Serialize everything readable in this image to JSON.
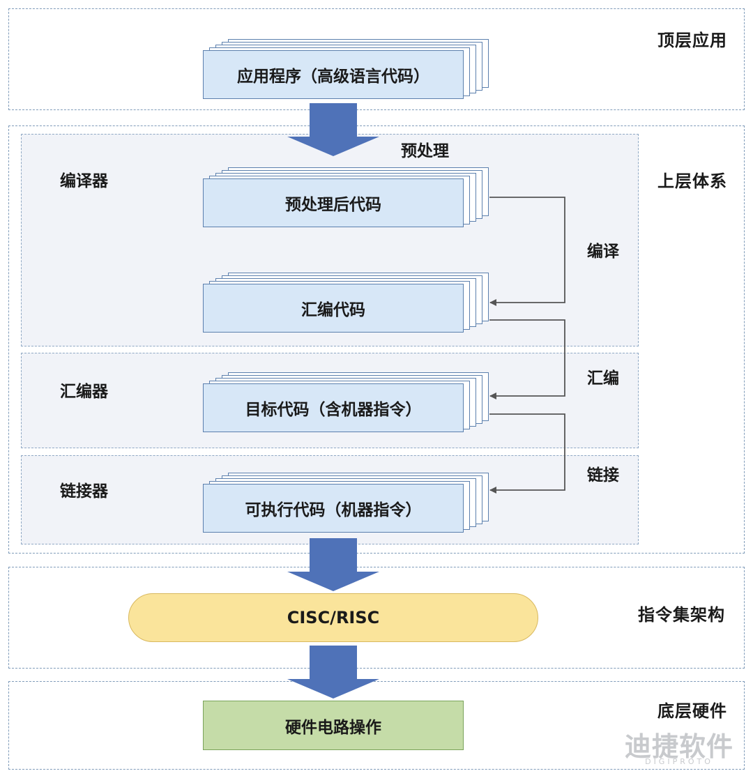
{
  "layers": {
    "top_app": "顶层应用",
    "upper_system": "上层体系",
    "isa": "指令集架构",
    "bottom_hw": "底层硬件"
  },
  "panels": {
    "compiler": "编译器",
    "assembler": "汇编器",
    "linker": "链接器"
  },
  "steps": {
    "preprocess": "预处理",
    "compile": "编译",
    "assemble": "汇编",
    "link": "链接"
  },
  "boxes": {
    "app_program": "应用程序（高级语言代码）",
    "preprocessed_code": "预处理后代码",
    "assembly_code": "汇编代码",
    "object_code": "目标代码（含机器指令）",
    "executable_code": "可执行代码（机器指令）",
    "isa": "CISC/RISC",
    "hardware": "硬件电路操作"
  },
  "watermark": {
    "logo_text": "迪捷软件",
    "logo_sub": "DIGIPROTO"
  },
  "colors": {
    "arrow_blue": "#4f72b8",
    "box_blue": "#d7e7f7",
    "isa_yellow": "#fae49b",
    "hw_green": "#c5dca8",
    "connector_gray": "#555555"
  }
}
